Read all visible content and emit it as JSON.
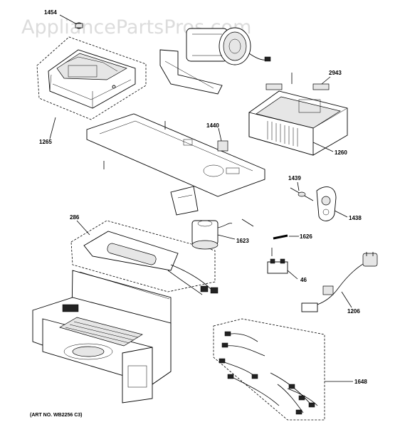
{
  "watermark": "AppliancePartsPros.com",
  "art_number": "(ART NO. WB2256 C3)",
  "callouts": {
    "p1454": "1454",
    "p2943": "2943",
    "p1265": "1265",
    "p1440": "1440",
    "p1260": "1260",
    "p1439": "1439",
    "p1438": "1438",
    "p286": "286",
    "p1623": "1623",
    "p1626": "1626",
    "p46": "46",
    "p1206": "1206",
    "p1648": "1648"
  }
}
